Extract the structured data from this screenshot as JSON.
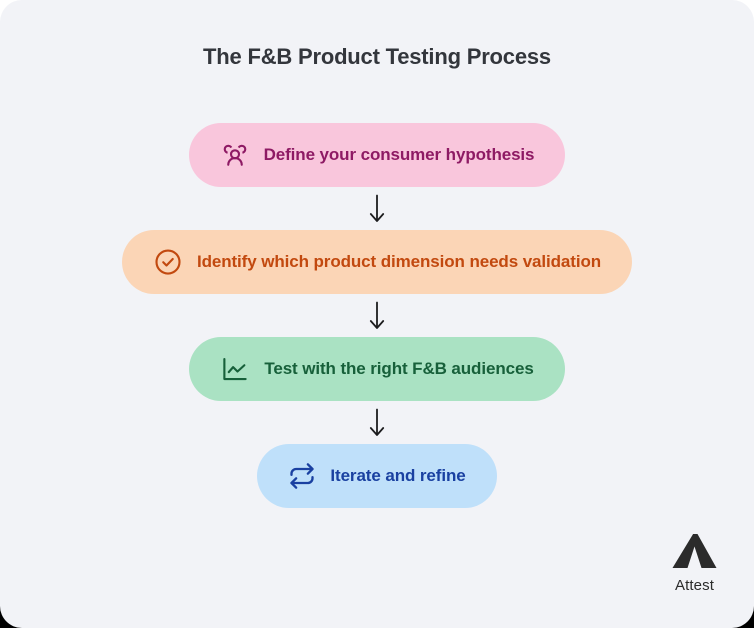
{
  "page": {
    "background_top": "#ffffff",
    "background_bottom": "#000000",
    "card_color": "#F2F3F7"
  },
  "title": "The F&B Product Testing Process",
  "flow": {
    "connector": "down-arrow",
    "steps": [
      {
        "label": "Define your consumer hypothesis",
        "icon": "users-icon",
        "bg_color": "#F9C6DC",
        "text_color": "#8E1A64"
      },
      {
        "label": "Identify which product dimension needs validation",
        "icon": "check-circle-icon",
        "bg_color": "#FBD5B6",
        "text_color": "#C2490F"
      },
      {
        "label": "Test with the right F&B audiences",
        "icon": "chart-line-icon",
        "bg_color": "#AAE2C3",
        "text_color": "#17603A"
      },
      {
        "label": "Iterate and refine",
        "icon": "repeat-icon",
        "bg_color": "#BFE0FA",
        "text_color": "#1A41A1"
      }
    ]
  },
  "branding": {
    "logo": "attest-logo",
    "label": "Attest",
    "color": "#2B2B2B"
  }
}
